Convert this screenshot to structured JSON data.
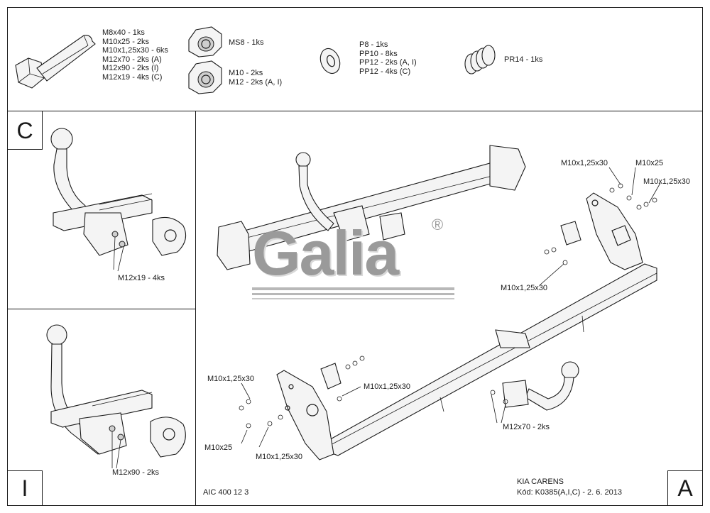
{
  "parts": {
    "bolts": [
      "M8x40 - 1ks",
      "M10x25 - 2ks",
      "M10x1,25x30 - 6ks",
      "M12x70 - 2ks (A)",
      "M12x90 - 2ks (I)",
      "M12x19 - 4ks (C)"
    ],
    "nut_ms": "MS8 - 1ks",
    "nuts": [
      "M10 - 2ks",
      "M12 - 2ks (A, I)"
    ],
    "washers": [
      "P8 - 1ks",
      "PP10 - 8ks",
      "PP12 - 2ks (A, I)",
      "PP12 - 4ks (C)"
    ],
    "spring": "PR14 - 1ks"
  },
  "panel_c": {
    "letter": "C",
    "callout": "M12x19 - 4ks"
  },
  "panel_i": {
    "letter": "I",
    "callout": "M12x90 - 2ks"
  },
  "panel_a": {
    "letter": "A",
    "callouts": {
      "top_1": "M10x1,25x30",
      "top_2": "M10x25",
      "top_3": "M10x1,25x30",
      "mid": "M10x1,25x30",
      "left_1": "M10x1,25x30",
      "left_2": "M10x1,25x30",
      "left_3": "M10x25",
      "left_4": "M10x1,25x30",
      "ball": "M12x70 - 2ks"
    },
    "code": "AIC 400 12 3",
    "model": "KIA CARENS",
    "kod": "Kód: K0385(A,I,C) - 2. 6. 2013"
  },
  "logo": {
    "text": "Galia",
    "mark": "®"
  }
}
